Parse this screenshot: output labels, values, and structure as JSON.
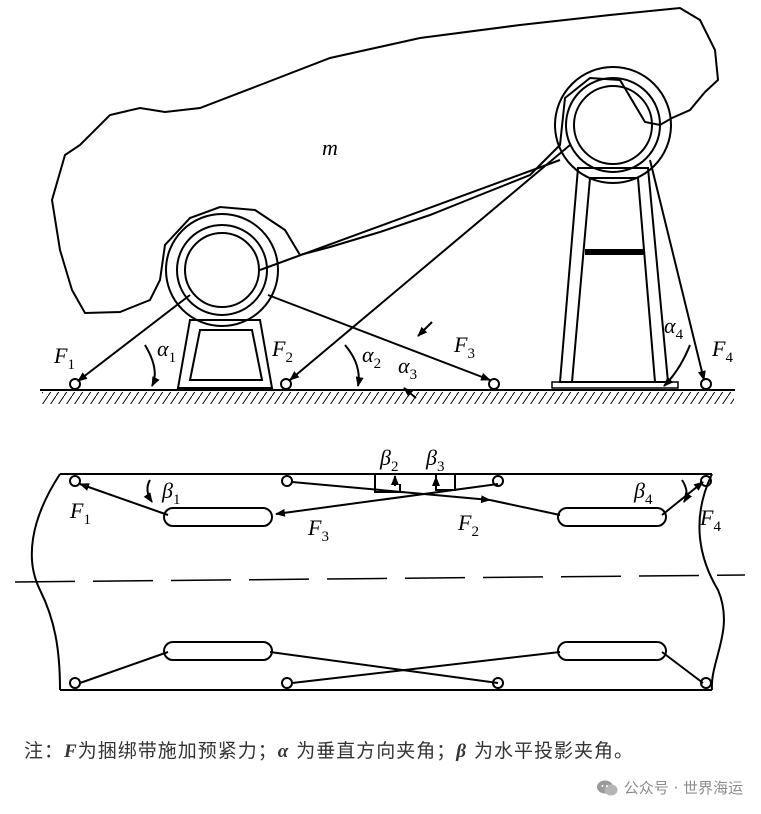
{
  "labels": {
    "mass": "m",
    "F": "F",
    "alpha": "α",
    "beta": "β",
    "idx": [
      "1",
      "2",
      "3",
      "4"
    ]
  },
  "caption": {
    "prefix": "注：",
    "f_sym": "F",
    "f_text": "为捆绑带施加预紧力；",
    "alpha_sym": "α",
    "alpha_text": " 为垂直方向夹角；",
    "beta_sym": "β",
    "beta_text": " 为水平投影夹角。"
  },
  "watermark": "公众号 · 世界海运",
  "colors": {
    "line": "#000000",
    "caption": "#333333",
    "watermark": "#8c8c8c"
  }
}
